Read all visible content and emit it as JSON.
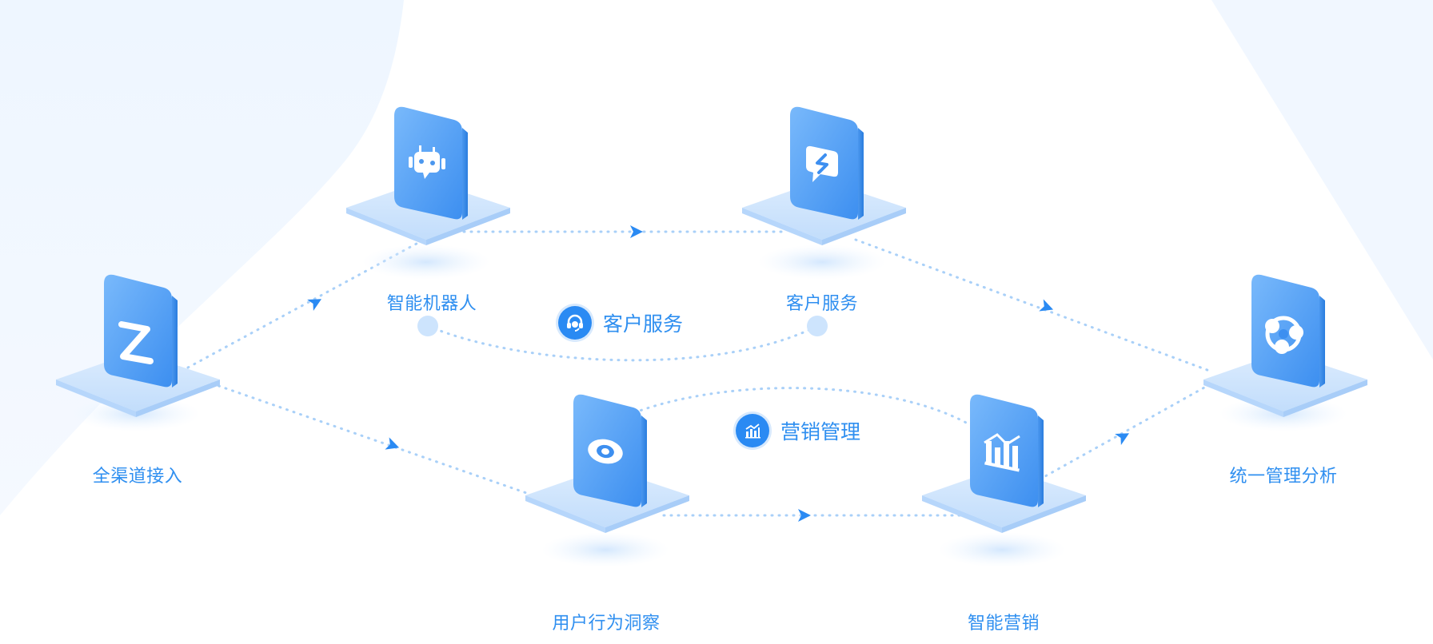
{
  "nodes": {
    "channel_access": {
      "label": "全渠道接入",
      "icon": "z-logo-icon"
    },
    "smart_robot": {
      "label": "智能机器人",
      "icon": "robot-icon"
    },
    "customer_service": {
      "label": "客户服务",
      "icon": "chat-bubble-icon"
    },
    "behavior_insight": {
      "label": "用户行为洞察",
      "icon": "eye-icon"
    },
    "smart_marketing": {
      "label": "智能营销",
      "icon": "chart-icon"
    },
    "unified_analysis": {
      "label": "统一管理分析",
      "icon": "network-icon"
    }
  },
  "groups": {
    "service": {
      "label": "客户服务",
      "icon": "headset-icon"
    },
    "marketing": {
      "label": "营销管理",
      "icon": "bar-chart-icon"
    }
  },
  "colors": {
    "accent": "#2f8ff0",
    "icon_tile": "#5aa7f6",
    "platform": "#cbe3fd",
    "connector": "#a9d0f8",
    "arrow": "#2a8af3"
  }
}
